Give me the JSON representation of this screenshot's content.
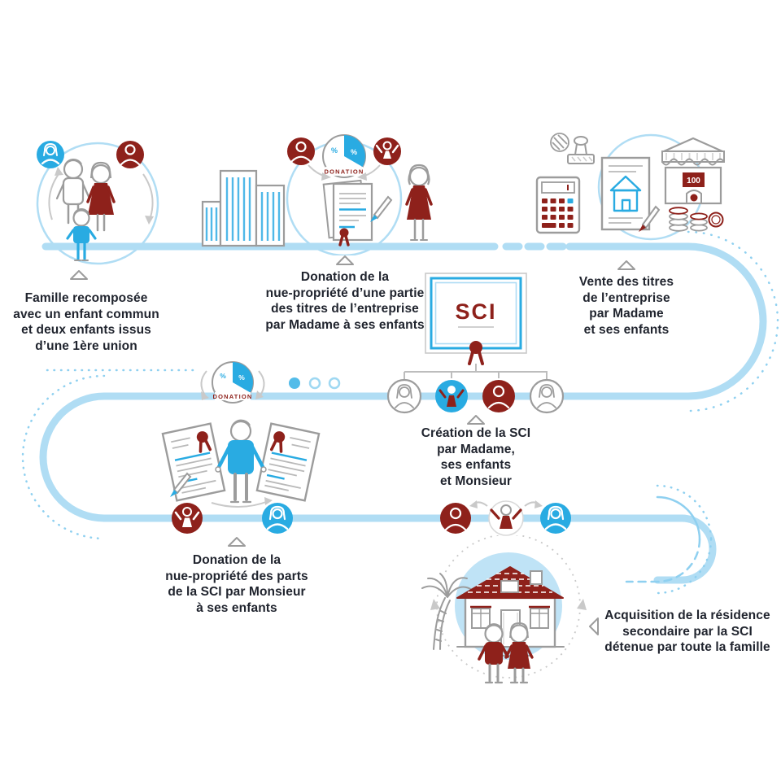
{
  "palette": {
    "flow_blue": "#b0ddf4",
    "accent_blue": "#29abe2",
    "dark_red": "#8e211b",
    "line_gray": "#9c9c9c",
    "text_color": "#20242e"
  },
  "steps": [
    {
      "id": "famille",
      "label": "Famille recomposée\navec un enfant commun\net deux enfants issus\nd’une 1ère union"
    },
    {
      "id": "donation-titres",
      "label": "Donation de la\nnue-propriété d’une partie\ndes titres de l’entreprise\npar Madame à ses enfants"
    },
    {
      "id": "vente-titres",
      "label": "Vente des titres\nde l’entreprise\npar Madame\net ses enfants"
    },
    {
      "id": "creation-sci",
      "label": "Création de la SCI\npar Madame,\nses enfants\net Monsieur"
    },
    {
      "id": "donation-parts",
      "label": "Donation de la\nnue-propriété des parts\nde la SCI par Monsieur\nà ses enfants"
    },
    {
      "id": "acquisition",
      "label": "Acquisition de la résidence\nsecondaire par la SCI\ndétenue par toute la famille"
    }
  ],
  "labels": {
    "sci": "SCI",
    "donation": "DONATION",
    "percent": "%",
    "hundred": "100"
  }
}
